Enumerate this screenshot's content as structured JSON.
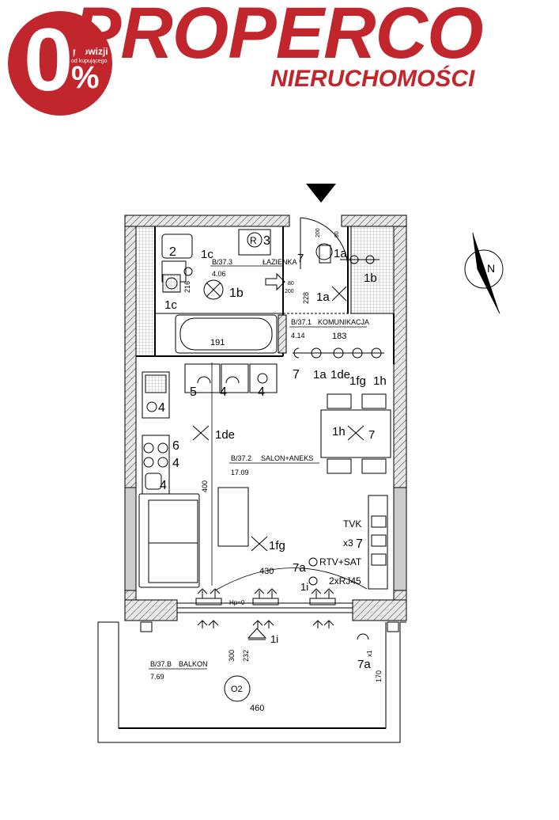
{
  "brand": {
    "name": "PROPERCO",
    "subtitle": "NIERUCHOMOŚCI",
    "badge_value": "0",
    "badge_percent": "%",
    "badge_line1": "prowizji",
    "badge_line2": "od kupującego",
    "color": "#c0262c"
  },
  "plan": {
    "north": "N",
    "rooms": {
      "bathroom": {
        "id": "B/37.3",
        "name": "ŁAZIENKA",
        "area": "4.06"
      },
      "corridor": {
        "id": "B/37.1",
        "name": "KOMUNIKACJA",
        "area": "4.14"
      },
      "living": {
        "id": "B/37.2",
        "name": "SALON+ANEKS",
        "area": "17.09"
      },
      "balcony": {
        "id": "B/37.B",
        "name": "BALKON",
        "area": "7.69"
      }
    },
    "dimensions": {
      "d191": "191",
      "d183": "183",
      "d400": "400",
      "d430": "430",
      "d460": "460",
      "d170": "170",
      "d300": "300",
      "d232": "232",
      "d216": "216",
      "d228": "228",
      "d80": "80",
      "d200": "200",
      "d90": "90",
      "d200b": "200"
    },
    "symbols": {
      "s1c_a": "1c",
      "s1c_b": "1c",
      "s2": "2",
      "s3": "3",
      "sR": "R",
      "s1b_a": "1b",
      "s1b_b": "1b",
      "s1a_a": "1a",
      "s1a_b": "1a",
      "s1a_c": "1a",
      "s7_a": "7",
      "s7_b": "7",
      "s7_c": "7",
      "s7_d": "7",
      "s1de_a": "1de",
      "s1de_b": "1de",
      "s1fg_a": "1fg",
      "s1fg_b": "1fg",
      "s1h_a": "1h",
      "s1h_b": "1h",
      "s5": "5",
      "s4_a": "4",
      "s4_b": "4",
      "s4_c": "4",
      "s4_d": "4",
      "s4_e": "4",
      "s6": "6",
      "s7a_a": "7a",
      "s7a_b": "7a",
      "s1i_a": "1i",
      "s1i_b": "1i",
      "tvk": "TVK",
      "x3": "x3",
      "rtv": "RTV+SAT",
      "rj45": "2xRJ45",
      "x1": "x1",
      "o2": "O2",
      "hp": "Hp=0"
    }
  }
}
